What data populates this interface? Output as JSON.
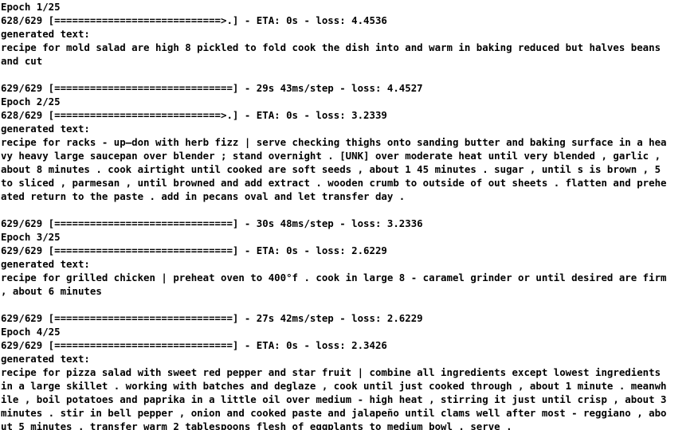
{
  "terminal": {
    "lines": [
      "Epoch 1/25",
      "628/629 [============================>.] - ETA: 0s - loss: 4.4536",
      "generated text:",
      "recipe for mold salad are high 8 pickled to fold cook the dish into and warm in baking reduced but halves beans",
      "and cut",
      "",
      "629/629 [==============================] - 29s 43ms/step - loss: 4.4527",
      "Epoch 2/25",
      "628/629 [============================>.] - ETA: 0s - loss: 3.2339",
      "generated text:",
      "recipe for racks - up–don with herb fizz | serve checking thighs onto sanding butter and baking surface in a hea",
      "vy heavy large saucepan over blender ; stand overnight . [UNK] over moderate heat until very blended , garlic ,",
      "about 8 minutes . cook airtight until cooked are soft seeds , about 1 45 minutes . sugar , until s is brown , 5",
      "to sliced , parmesan , until browned and add extract . wooden crumb to outside of out sheets . flatten and prehe",
      "ated return to the paste . add in pecans oval and let transfer day .",
      "",
      "629/629 [==============================] - 30s 48ms/step - loss: 3.2336",
      "Epoch 3/25",
      "629/629 [==============================] - ETA: 0s - loss: 2.6229",
      "generated text:",
      "recipe for grilled chicken | preheat oven to 400°f . cook in large 8 - caramel grinder or until desired are firm",
      ", about 6 minutes",
      "",
      "629/629 [==============================] - 27s 42ms/step - loss: 2.6229",
      "Epoch 4/25",
      "629/629 [==============================] - ETA: 0s - loss: 2.3426",
      "generated text:",
      "recipe for pizza salad with sweet red pepper and star fruit | combine all ingredients except lowest ingredients",
      "in a large skillet . working with batches and deglaze , cook until just cooked through , about 1 minute . meanwh",
      "ile , boil potatoes and paprika in a little oil over medium - high heat , stirring it just until crisp , about 3",
      "minutes . stir in bell pepper , onion and cooked paste and jalapeño until clams well after most - reggiano , abo",
      "ut 5 minutes . transfer warm 2 tablespoons flesh of eggplants to medium bowl . serve ."
    ]
  }
}
